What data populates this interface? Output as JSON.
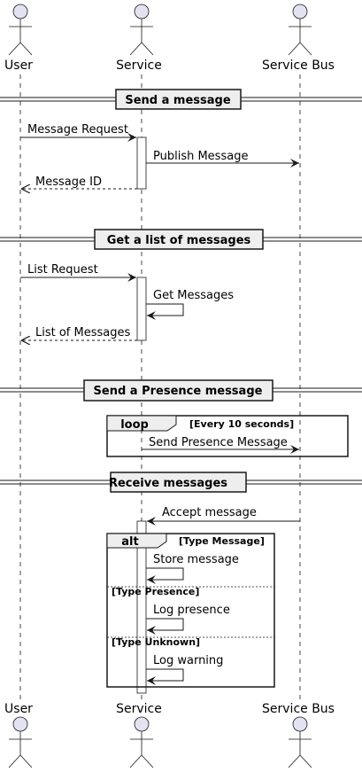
{
  "participants": {
    "user": "User",
    "service": "Service",
    "service_bus": "Service Bus"
  },
  "sections": {
    "send": "Send a message",
    "list": "Get a list of messages",
    "presence": "Send a Presence message",
    "receive": "Receive messages"
  },
  "messages": {
    "message_request": "Message Request",
    "publish_message": "Publish Message",
    "message_id": "Message ID",
    "list_request": "List Request",
    "get_messages": "Get Messages",
    "list_of_messages": "List of Messages",
    "send_presence": "Send Presence Message",
    "accept_message": "Accept message",
    "store_message": "Store message",
    "log_presence": "Log presence",
    "log_warning": "Log warning"
  },
  "fragments": {
    "loop_label": "loop",
    "loop_guard": "[Every 10 seconds]",
    "alt_label": "alt",
    "guard_message": "[Type Message]",
    "guard_presence": "[Type Presence]",
    "guard_unknown": "[Type Unknown]"
  },
  "colors": {
    "actor_fill": "#E2E2F0",
    "line": "#181818",
    "activation_fill": "#FFFFFF",
    "separator_fill": "#EEEEEE",
    "fragment_fill": "#FFFFFF"
  }
}
